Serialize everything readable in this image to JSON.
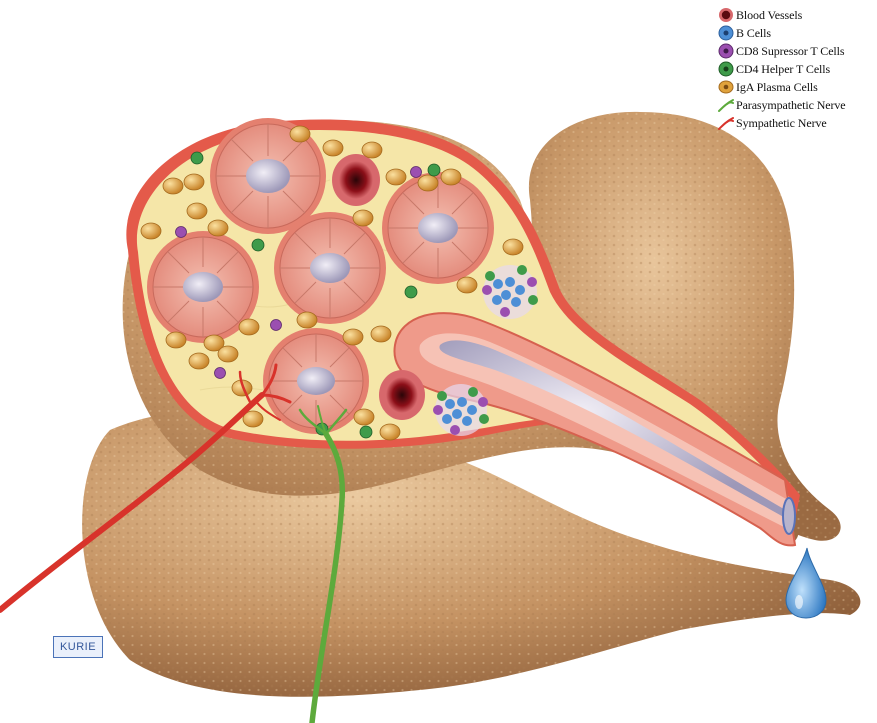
{
  "legend": {
    "items": [
      {
        "label": "Blood Vessels",
        "icon": "blood-vessel-icon",
        "color": "#8c0f18"
      },
      {
        "label": "B Cells",
        "icon": "b-cell-icon",
        "color": "#4d8fd6"
      },
      {
        "label": "CD8 Supressor T Cells",
        "icon": "cd8-suppressor-t-cell-icon",
        "color": "#9b4fb0"
      },
      {
        "label": "CD4 Helper T Cells",
        "icon": "cd4-helper-t-cell-icon",
        "color": "#3f9b4a"
      },
      {
        "label": "IgA Plasma Cells",
        "icon": "iga-plasma-cell-icon",
        "color": "#e0a23c"
      },
      {
        "label": "Parasympathetic Nerve",
        "icon": "parasympathetic-nerve-icon",
        "color": "#5daa3c"
      },
      {
        "label": "Sympathetic Nerve",
        "icon": "sympathetic-nerve-icon",
        "color": "#d8332b"
      }
    ]
  },
  "signature": "KURIE",
  "colors": {
    "gland_tissue": "#c89868",
    "stroma": "#f5e6a8",
    "acinus": "#e9a093",
    "lumen": "#b8b4cc",
    "duct_wall": "#ef9a8a",
    "tear_drop": "#4a8fd0"
  }
}
